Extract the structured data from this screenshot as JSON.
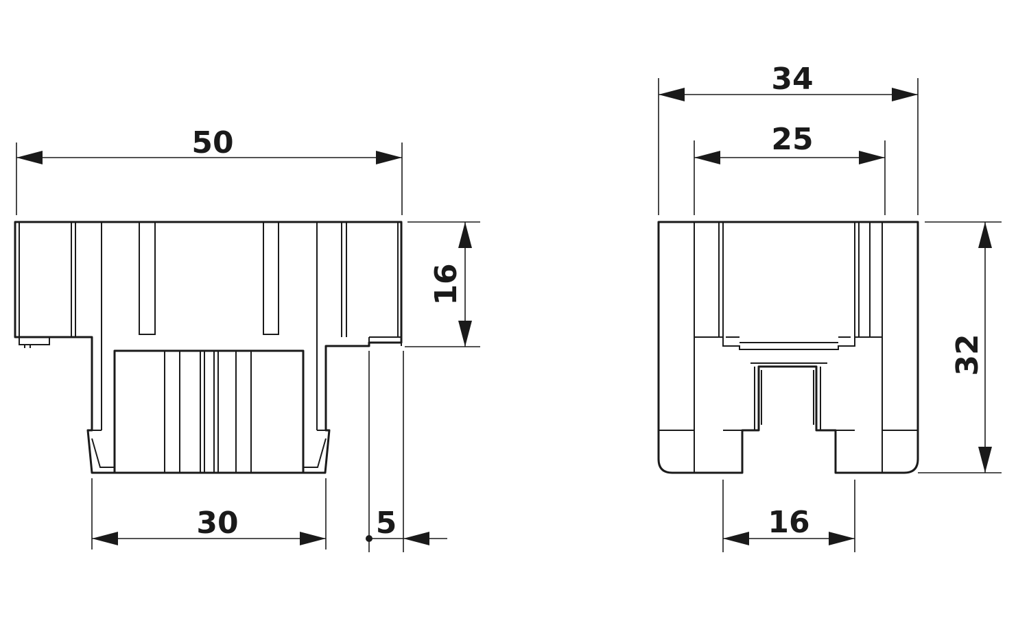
{
  "dimensions": {
    "width_top": "50",
    "width_bottom": "30",
    "offset": "5",
    "height_left": "16",
    "width_outer": "34",
    "width_inner": "25",
    "height_right": "32",
    "width_slot": "16"
  },
  "colors": {
    "line": "#1a1a1a",
    "background": "#ffffff"
  }
}
